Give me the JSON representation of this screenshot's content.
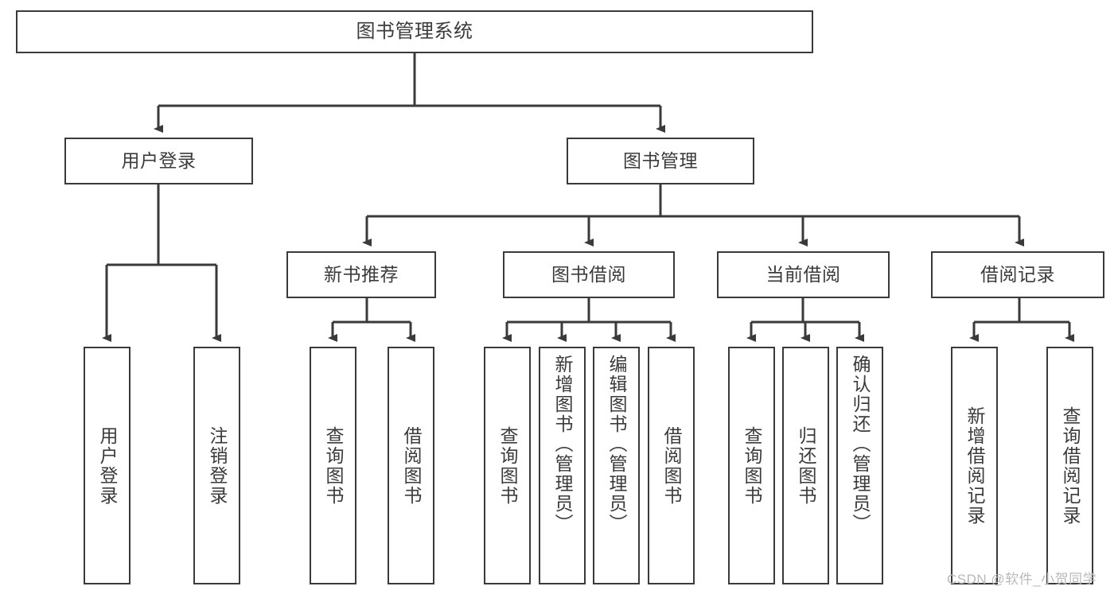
{
  "diagram": {
    "type": "tree-hierarchy-chart",
    "title": "图书管理系统",
    "line_color": "#3a3a3a",
    "box_fill": "#ffffff",
    "text_color": "#3b3b3b",
    "watermark": "CSDN @软件_小贺同学"
  },
  "nodes": {
    "root": {
      "label": "图书管理系统"
    },
    "level2": [
      {
        "label": "用户登录"
      },
      {
        "label": "图书管理"
      }
    ],
    "level3": [
      {
        "label": "新书推荐"
      },
      {
        "label": "图书借阅"
      },
      {
        "label": "当前借阅"
      },
      {
        "label": "借阅记录"
      }
    ],
    "leaves": {
      "user_login": [
        {
          "label": "用户登录"
        },
        {
          "label": "注销登录"
        }
      ],
      "new_book_recommend": [
        {
          "label": "查询图书"
        },
        {
          "label": "借阅图书"
        }
      ],
      "book_borrow": [
        {
          "label": "查询图书"
        },
        {
          "label": "新增图书（管理员）"
        },
        {
          "label": "编辑图书（管理员）"
        },
        {
          "label": "借阅图书"
        }
      ],
      "current_borrow": [
        {
          "label": "查询图书"
        },
        {
          "label": "归还图书"
        },
        {
          "label": "确认归还（管理员）"
        }
      ],
      "borrow_record": [
        {
          "label": "新增借阅记录"
        },
        {
          "label": "查询借阅记录"
        }
      ]
    }
  }
}
